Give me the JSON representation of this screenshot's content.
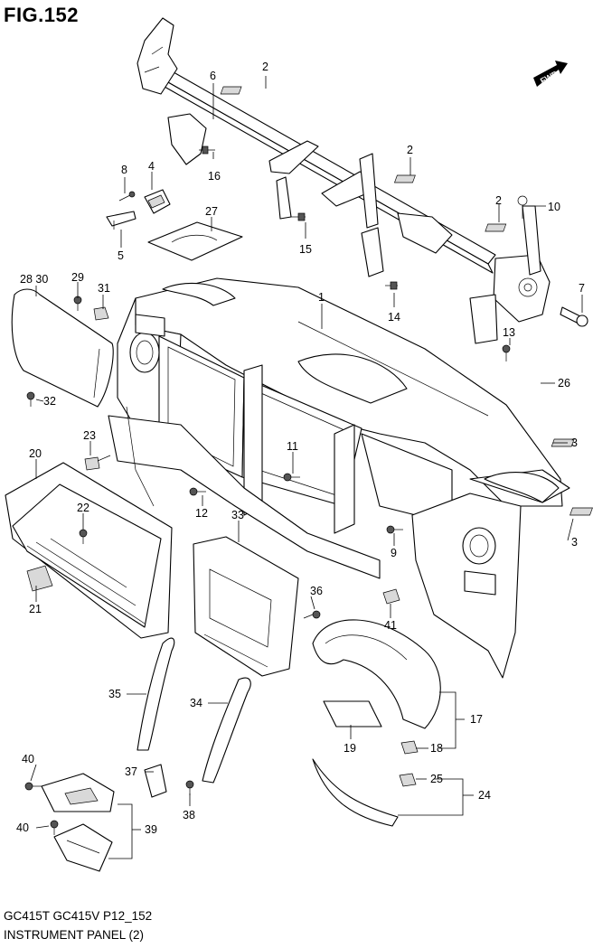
{
  "figure": {
    "title": "FIG.152"
  },
  "footer": {
    "model_code": "GC415T GC415V P12_152",
    "section_name": "INSTRUMENT PANEL (2)"
  },
  "fwd_marker": "FWD",
  "part_labels": {
    "p2a": "2",
    "p6": "6",
    "p16": "16",
    "p8": "8",
    "p4": "4",
    "p2b": "2",
    "p2c": "2",
    "p10": "10",
    "p27": "27",
    "p5": "5",
    "p15": "15",
    "p2830": "28 30",
    "p29": "29",
    "p31": "31",
    "p1": "1",
    "p14": "14",
    "p7": "7",
    "p13": "13",
    "p26": "26",
    "p32": "32",
    "p23": "23",
    "p3a": "3",
    "p3b": "3",
    "p20": "20",
    "p11": "11",
    "p22": "22",
    "p12": "12",
    "p9": "9",
    "p33": "33",
    "p36": "36",
    "p21": "21",
    "p41": "41",
    "p35": "35",
    "p34": "34",
    "p17": "17",
    "p19": "19",
    "p18": "18",
    "p40a": "40",
    "p37": "37",
    "p25": "25",
    "p24": "24",
    "p38": "38",
    "p40b": "40",
    "p39": "39"
  }
}
